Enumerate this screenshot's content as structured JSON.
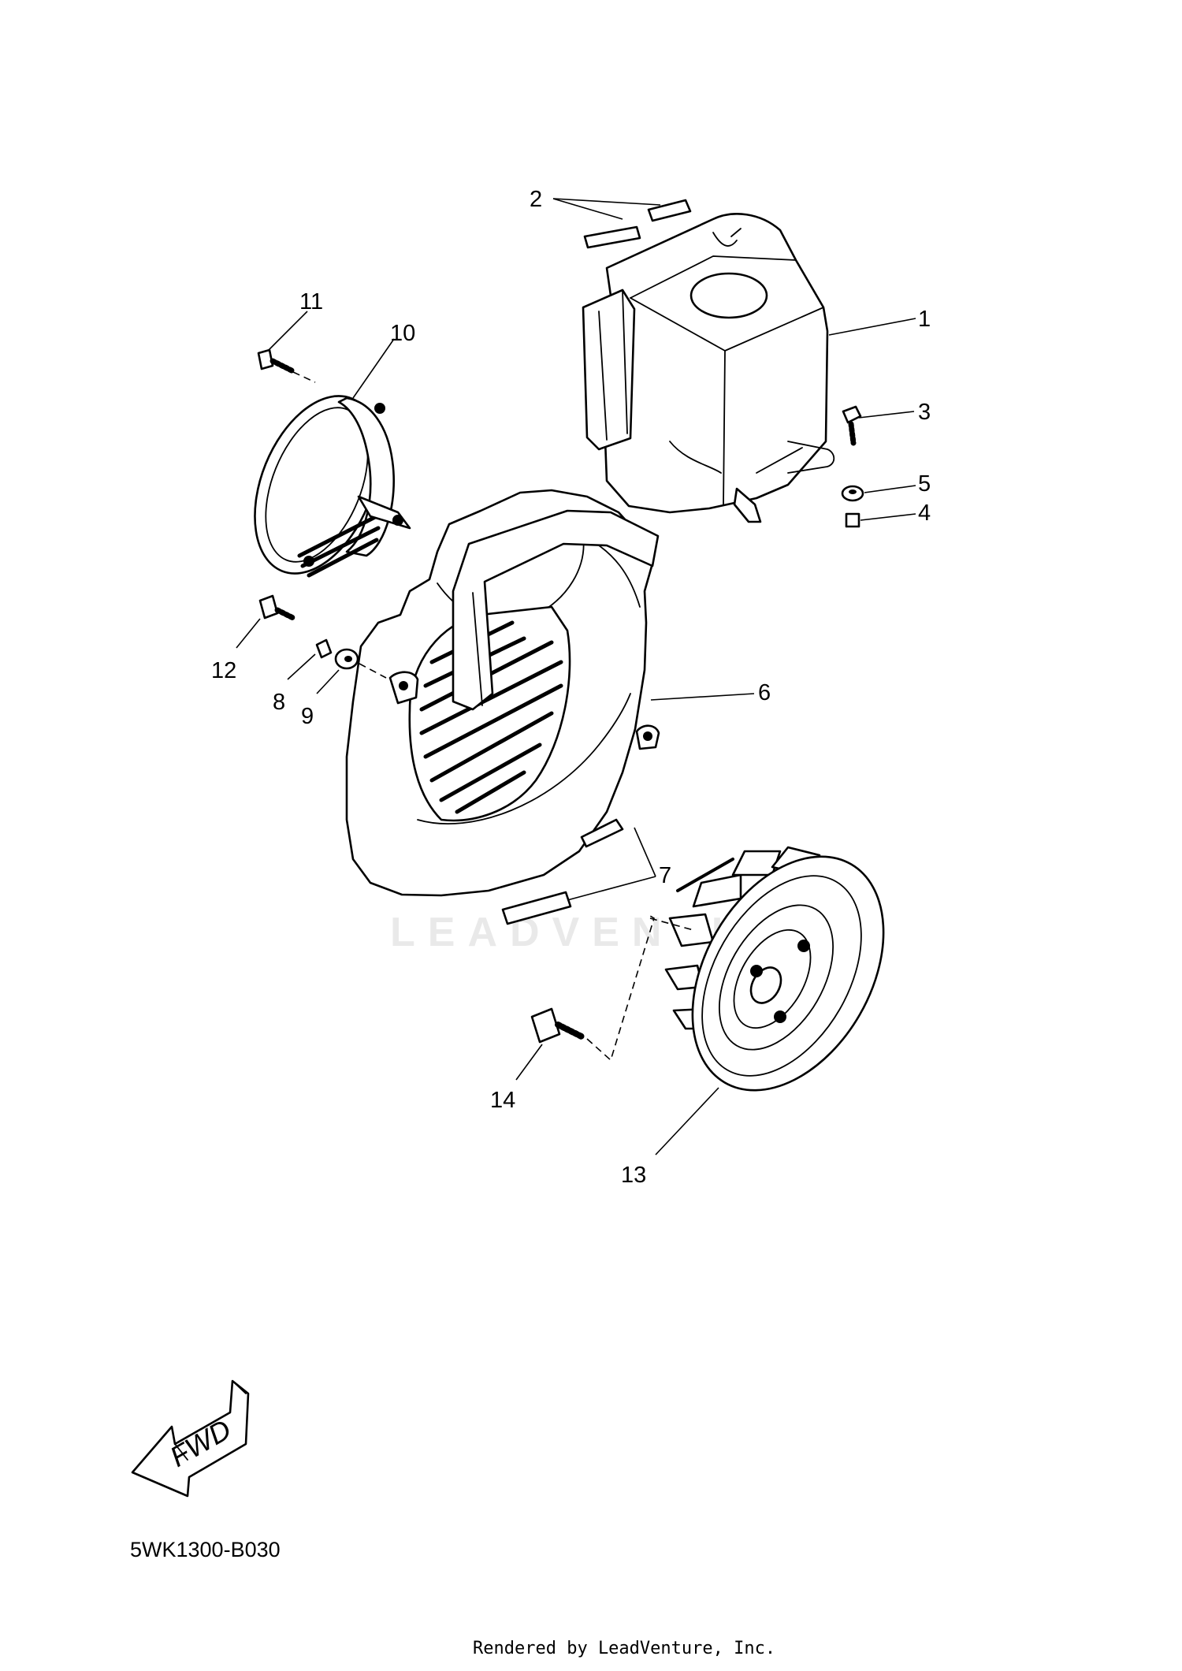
{
  "diagram": {
    "callouts": {
      "c1": "1",
      "c2": "2",
      "c3": "3",
      "c4": "4",
      "c5": "5",
      "c6": "6",
      "c7": "7",
      "c8": "8",
      "c9": "9",
      "c10": "10",
      "c11": "11",
      "c12": "12",
      "c13": "13",
      "c14": "14"
    },
    "direction_label": "FWD",
    "diagram_code": "5WK1300-B030",
    "watermark": "LEADVENTURE",
    "footer": "Rendered by LeadVenture, Inc."
  }
}
